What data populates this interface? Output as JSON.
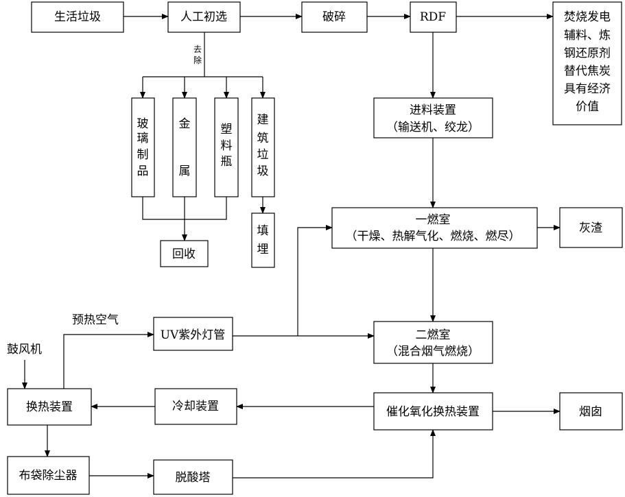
{
  "nodes": {
    "household_waste": "生活垃圾",
    "manual_sorting": "人工初选",
    "crushing": "破碎",
    "rdf": "RDF",
    "rdf_value": [
      "焚烧发电",
      "辅料、炼",
      "钢还原剂",
      "替代焦炭",
      "具有经济",
      "价值"
    ],
    "glass": [
      "玻",
      "璃",
      "制",
      "品"
    ],
    "metal": [
      "金",
      "属"
    ],
    "plastic_bottle": [
      "塑",
      "料",
      "瓶"
    ],
    "construction_waste": [
      "建",
      "筑",
      "垃",
      "圾"
    ],
    "recycle": "回收",
    "landfill": [
      "填",
      "埋"
    ],
    "feeding_device": [
      "进料装置",
      "（输送机、绞龙）"
    ],
    "primary_chamber": [
      "一燃室",
      "（干燥、热解气化、燃烧、燃尽）"
    ],
    "ash": "灰渣",
    "secondary_chamber": [
      "二燃室",
      "（混合烟气燃烧）"
    ],
    "uv_lamp": "UV紫外灯管",
    "catalytic_oxidation": "催化氧化换热装置",
    "chimney": "烟囱",
    "cooling_device": "冷却装置",
    "heat_exchanger": "换热装置",
    "bag_filter": "布袋除尘器",
    "deacid_tower": "脱酸塔"
  },
  "labels": {
    "remove": [
      "去",
      "除"
    ],
    "preheated_air": "预热空气",
    "blower": "鼓风机"
  }
}
